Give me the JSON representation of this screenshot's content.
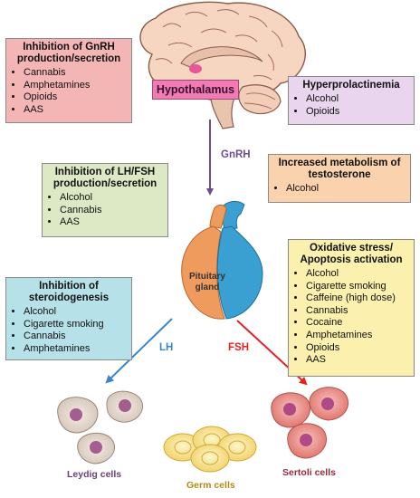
{
  "hypothalamus_label": "Hypothalamus",
  "pituitary_label_1": "Pituitary",
  "pituitary_label_2": "gland",
  "gnrh_label": "GnRH",
  "lh_label": "LH",
  "fsh_label": "FSH",
  "leydig_label": "Leydig cells",
  "germ_label": "Germ cells",
  "sertoli_label": "Sertoli cells",
  "boxes": {
    "gnrh_inhibition": {
      "title": "Inhibition of GnRH production/secretion",
      "items": [
        "Cannabis",
        "Amphetamines",
        "Opioids",
        "AAS"
      ]
    },
    "hyperprolactinemia": {
      "title": "Hyperprolactinemia",
      "items": [
        "Alcohol",
        "Opioids"
      ]
    },
    "lh_fsh_inhibition": {
      "title": "Inhibition of LH/FSH production/secretion",
      "items": [
        "Alcohol",
        "Cannabis",
        "AAS"
      ]
    },
    "testosterone_metabolism": {
      "title": "Increased metabolism of testosterone",
      "items": [
        "Alcohol"
      ]
    },
    "steroidogenesis": {
      "title": "Inhibition of steroidogenesis",
      "items": [
        "Alcohol",
        "Cigarette smoking",
        "Cannabis",
        "Amphetamines"
      ]
    },
    "oxidative_stress": {
      "title": "Oxidative stress/ Apoptosis activation",
      "items": [
        "Alcohol",
        "Cigarette smoking",
        "Caffeine (high dose)",
        "Cannabis",
        "Cocaine",
        "Amphetamines",
        "Opioids",
        "AAS"
      ]
    }
  },
  "colors": {
    "box_pink": "#f4b5b5",
    "box_lavender": "#ead5ee",
    "box_green": "#dde9c4",
    "box_peach": "#fad2ad",
    "box_blue": "#b7e1e9",
    "box_yellow": "#fbf0ae",
    "hypothalamus_fill": "#f27bb4",
    "pituitary_orange": "#f09b5e",
    "pituitary_blue": "#3a9fd1",
    "gnrh_arrow": "#6d4d8d",
    "lh_arrow": "#3a86c8",
    "fsh_arrow": "#e82020"
  }
}
